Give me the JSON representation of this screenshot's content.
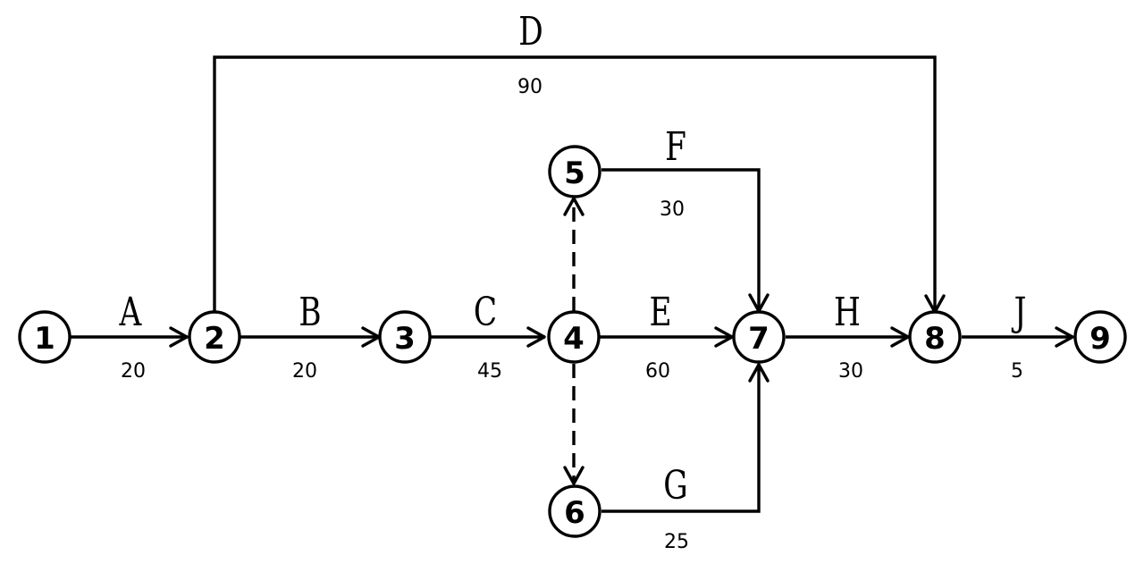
{
  "nodes": [
    {
      "id": "1",
      "label": "1"
    },
    {
      "id": "2",
      "label": "2"
    },
    {
      "id": "3",
      "label": "3"
    },
    {
      "id": "4",
      "label": "4"
    },
    {
      "id": "5",
      "label": "5"
    },
    {
      "id": "6",
      "label": "6"
    },
    {
      "id": "7",
      "label": "7"
    },
    {
      "id": "8",
      "label": "8"
    },
    {
      "id": "9",
      "label": "9"
    }
  ],
  "activities": [
    {
      "id": "A",
      "from": "1",
      "to": "2",
      "name": "A",
      "duration": "20"
    },
    {
      "id": "B",
      "from": "2",
      "to": "3",
      "name": "B",
      "duration": "20"
    },
    {
      "id": "C",
      "from": "3",
      "to": "4",
      "name": "C",
      "duration": "45"
    },
    {
      "id": "D",
      "from": "2",
      "to": "8",
      "name": "D",
      "duration": "90"
    },
    {
      "id": "E",
      "from": "4",
      "to": "7",
      "name": "E",
      "duration": "60"
    },
    {
      "id": "F",
      "from": "5",
      "to": "7",
      "name": "F",
      "duration": "30"
    },
    {
      "id": "G",
      "from": "6",
      "to": "7",
      "name": "G",
      "duration": "25"
    },
    {
      "id": "H",
      "from": "7",
      "to": "8",
      "name": "H",
      "duration": "30"
    },
    {
      "id": "J",
      "from": "8",
      "to": "9",
      "name": "J",
      "duration": "5"
    }
  ],
  "dummies": [
    {
      "id": "d45",
      "from": "4",
      "to": "5"
    },
    {
      "id": "d46",
      "from": "4",
      "to": "6"
    }
  ]
}
